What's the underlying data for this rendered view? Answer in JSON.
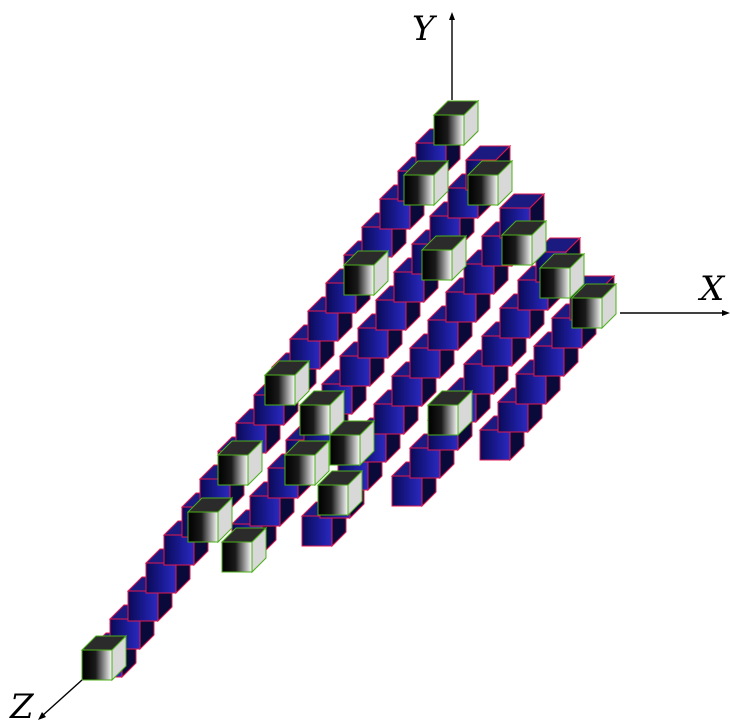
{
  "axes": {
    "x_label": "X",
    "y_label": "Y",
    "z_label": "Z"
  },
  "colors": {
    "cube_face": "#1a1a80",
    "cube_face_dark": "#0a0a3a",
    "inner_edge": "#e01a4f",
    "highlight_edge": "#4caf1a",
    "highlight_face_dark": "#000000",
    "highlight_face_light": "#ffffff",
    "axis": "#000000"
  },
  "structure": {
    "description_free": true,
    "arms": 3
  }
}
